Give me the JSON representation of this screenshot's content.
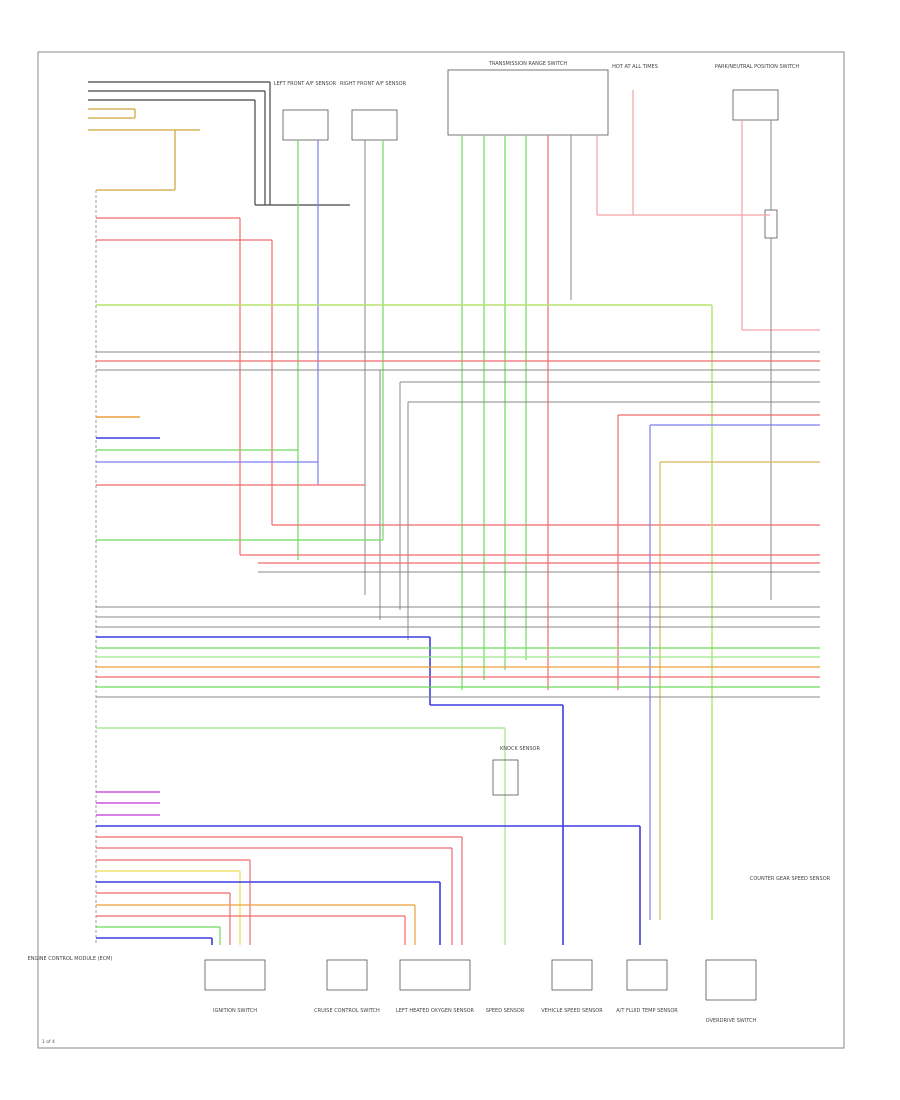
{
  "diagram": {
    "page_number": "1 of 4",
    "ecm_caption": "ENGINE CONTROL MODULE (ECM)",
    "components": [
      {
        "caption": "IGNITION SWITCH"
      },
      {
        "caption": "LEFT FRONT A/F SENSOR"
      },
      {
        "caption": "RIGHT FRONT A/F SENSOR"
      },
      {
        "caption": "TRANSMISSION RANGE SWITCH"
      },
      {
        "caption": "HOT AT ALL TIMES"
      },
      {
        "caption": "PARK/NEUTRAL POSITION SWITCH"
      },
      {
        "caption": "CRUISE CONTROL SWITCH"
      },
      {
        "caption": "SPEED SENSOR"
      },
      {
        "caption": "LEFT HEATED OXYGEN SENSOR"
      },
      {
        "caption": "KNOCK SENSOR"
      },
      {
        "caption": "VEHICLE SPEED SENSOR"
      },
      {
        "caption": "A/T FLUID TEMP SENSOR"
      },
      {
        "caption": "COUNTER GEAR SPEED SENSOR"
      },
      {
        "caption": "OVERDRIVE SWITCH"
      }
    ]
  }
}
